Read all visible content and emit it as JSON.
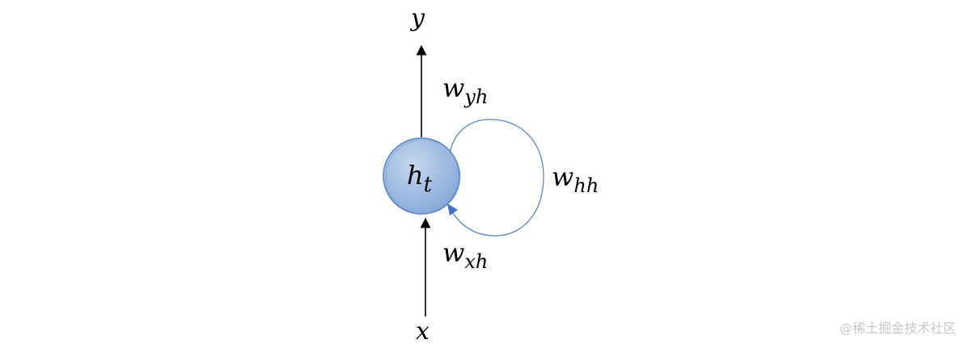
{
  "diagram": {
    "output_label": "y",
    "input_label": "x",
    "hidden_state": {
      "base": "h",
      "subscript": "t"
    },
    "weight_output": {
      "base": "w",
      "subscript": "yh"
    },
    "weight_recurrent": {
      "base": "w",
      "subscript": "hh"
    },
    "weight_input": {
      "base": "w",
      "subscript": "xh"
    }
  },
  "colors": {
    "node_fill_light": "#b7cdea",
    "node_fill_dark": "#7fa3d4",
    "node_stroke": "#4f7bbf",
    "loop_stroke": "#5b87c8",
    "arrow": "#000000"
  },
  "watermark": "@稀土掘金技术社区"
}
